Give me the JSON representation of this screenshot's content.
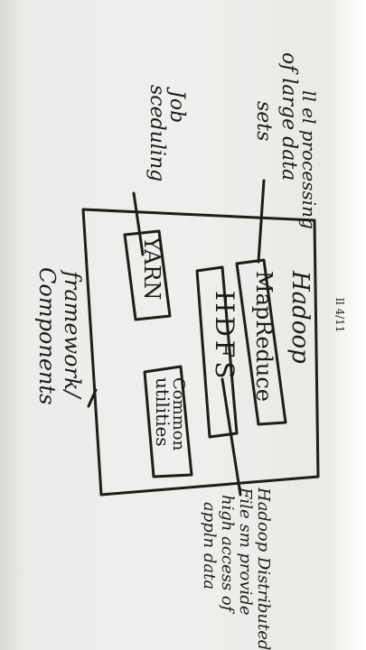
{
  "diagram": {
    "main_box_label": "Hadoop",
    "components": [
      {
        "key": "mapreduce",
        "label": "MapReduce"
      },
      {
        "key": "hdfs",
        "label": "HDFS"
      },
      {
        "key": "yarn",
        "label": "YARN"
      },
      {
        "key": "common",
        "label_line1": "Common",
        "label_line2": "utilities"
      }
    ],
    "annotations": {
      "parallel_processing_line1": "ll el processing",
      "parallel_processing_line2": "of large data",
      "parallel_processing_line3": "sets",
      "job_line1": "Job",
      "job_line2": "sceduling",
      "hdfs_note_line1": "Hadoop Distributed",
      "hdfs_note_line2": "File sm provide",
      "hdfs_note_line3": "high access of",
      "hdfs_note_line4": "appln data",
      "framework_line1": "framework/",
      "framework_line2": "Components",
      "corner_note": "ll 4/11"
    }
  }
}
